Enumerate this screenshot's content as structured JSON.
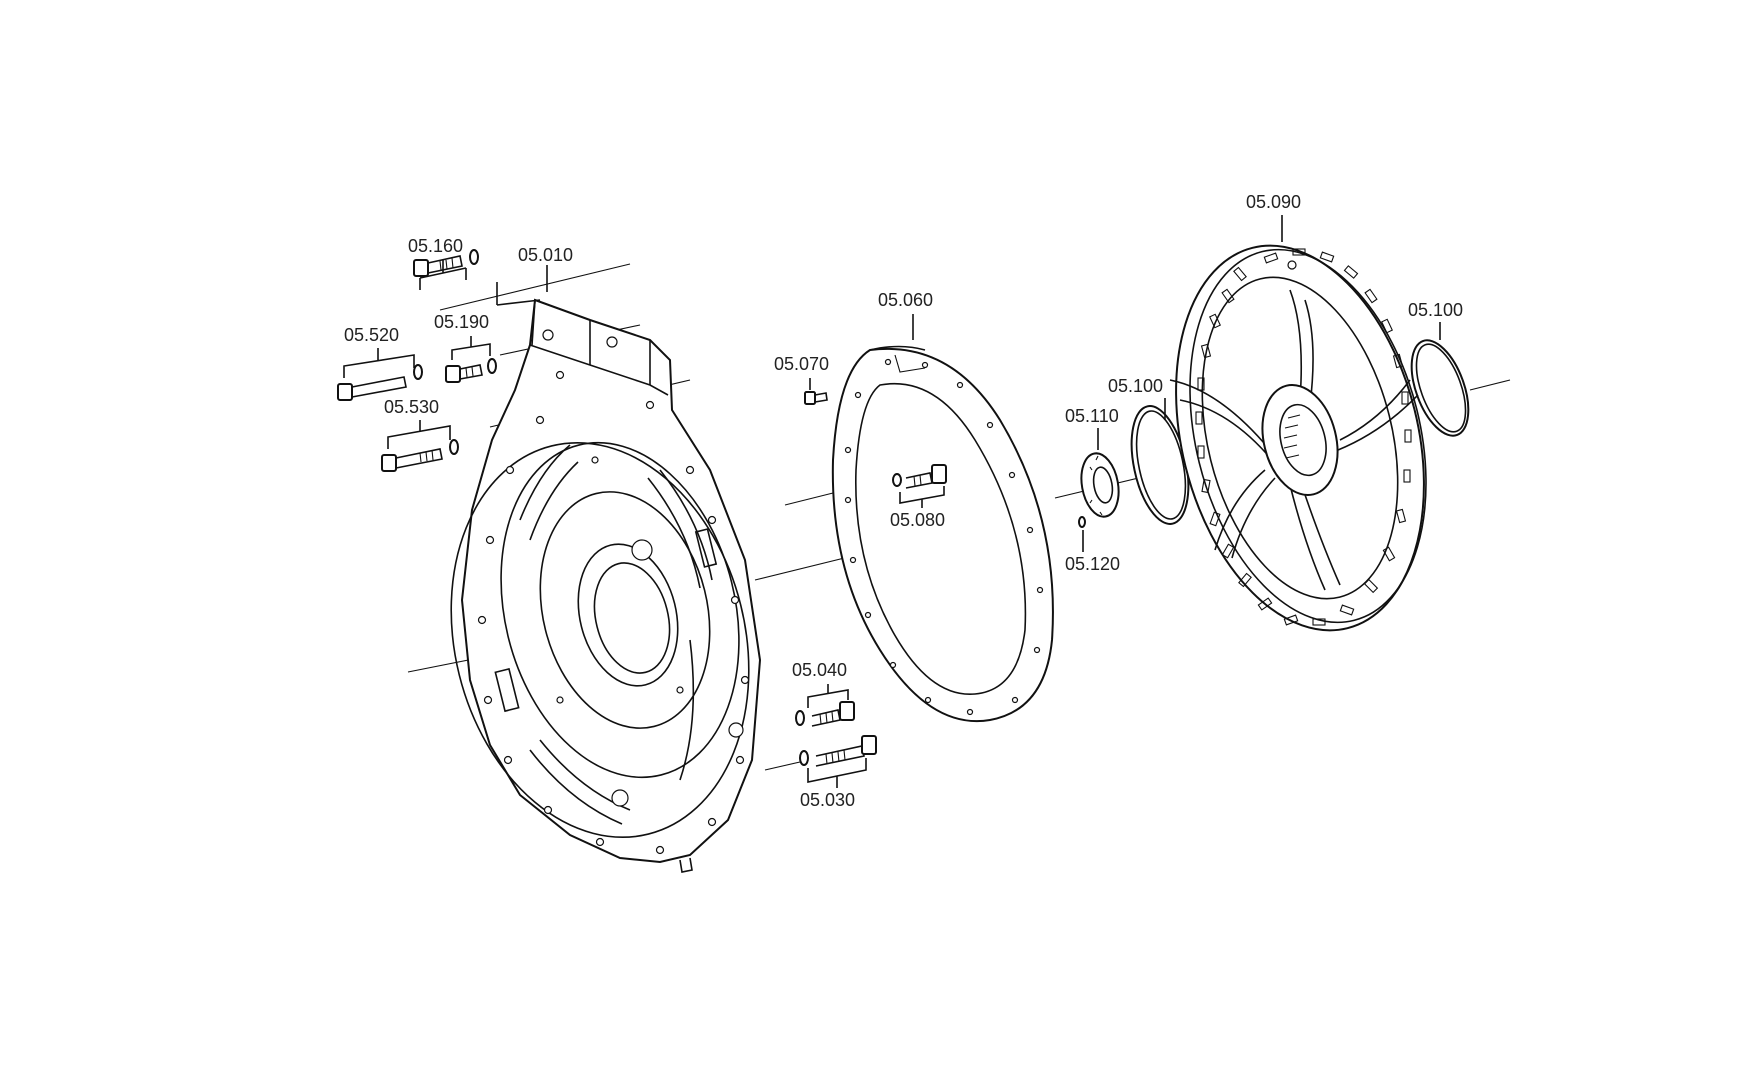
{
  "labels": {
    "p05_010": "05.010",
    "p05_160": "05.160",
    "p05_520": "05.520",
    "p05_190": "05.190",
    "p05_530": "05.530",
    "p05_060": "05.060",
    "p05_070": "05.070",
    "p05_080": "05.080",
    "p05_040": "05.040",
    "p05_030": "05.030",
    "p05_090": "05.090",
    "p05_100a": "05.100",
    "p05_100b": "05.100",
    "p05_110": "05.110",
    "p05_120": "05.120"
  }
}
